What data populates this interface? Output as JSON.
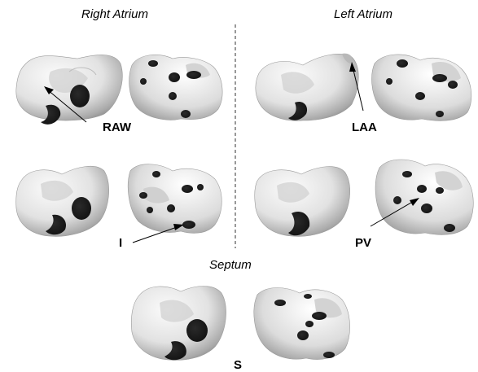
{
  "titles": {
    "right_atrium": "Right Atrium",
    "left_atrium": "Left Atrium",
    "septum": "Septum"
  },
  "labels": {
    "raw": "RAW",
    "laa": "LAA",
    "i": "I",
    "pv": "PV",
    "s": "S"
  },
  "colors": {
    "surface_light": "#f7f7f7",
    "surface_mid": "#c9c9c9",
    "surface_dark": "#8f8f8f",
    "hole": "#1e1e1e",
    "line": "#000000"
  }
}
